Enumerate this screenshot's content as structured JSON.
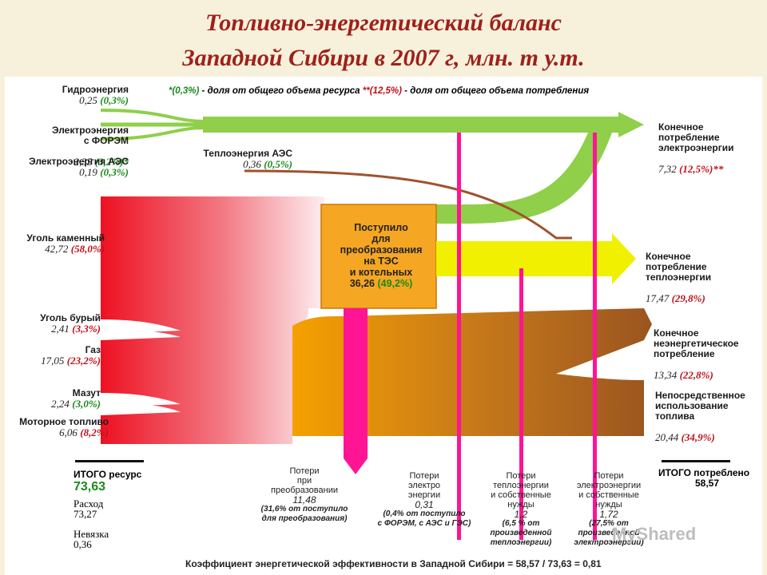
{
  "title": {
    "line1": "Топливно-энергетический баланс",
    "line2": "Западной Сибири в 2007 г, млн. т у.т."
  },
  "note": {
    "part1": "*(0,3%)",
    "part2": " - доля от общего объема ресурса   ",
    "part3": "**(12,5%)",
    "part4": " - доля от общего объема потребления"
  },
  "sources": [
    {
      "name": "Гидроэнергия",
      "value": "0,25",
      "pct": "(0,3%)"
    },
    {
      "name": "Электроэнергия\nс ФОРЭМ",
      "value": "2,35",
      "pct": "(3,2%)*"
    },
    {
      "name": "Электроэнергия АЭС",
      "value": "0,19",
      "pct": "(0,3%)"
    },
    {
      "name": "Уголь каменный",
      "value": "42,72",
      "pct": "(58,0%)"
    },
    {
      "name": "Уголь бурый",
      "value": "2,41",
      "pct": "(3,3%)"
    },
    {
      "name": "Газ",
      "value": "17,05",
      "pct": "(23,2%)"
    },
    {
      "name": "Мазут",
      "value": "2,24",
      "pct": "(3,0%)"
    },
    {
      "name": "Моторное топливо",
      "value": "6,06",
      "pct": "(8,2%)"
    }
  ],
  "heat_aes": {
    "name": "Теплоэнергия АЭС",
    "value": "0,36",
    "pct": "(0,5%)"
  },
  "transform_box": {
    "text": "Поступило\nдля\nпреобразования\nна ТЭС\nи котельных",
    "value": "36,26",
    "pct": "(49,2%)"
  },
  "outputs": [
    {
      "name": "Конечное\nпотребление\nэлектроэнергии",
      "value": "7,32",
      "pct": "(12,5%)**"
    },
    {
      "name": "Конечное\nпотребление\nтеплоэнергии",
      "value": "17,47",
      "pct": "(29,8%)"
    },
    {
      "name": "Конечное\nнеэнергетическое\nпотребление",
      "value": "13,34",
      "pct": "(22,8%)"
    },
    {
      "name": "Непосредственное\nиспользование\nтоплива",
      "value": "20,44",
      "pct": "(34,9%)"
    }
  ],
  "losses": [
    {
      "name": "Потери\nпри\nпреобразовании",
      "value": "11,48",
      "note": "(31,6% от поступило\nдля преобразования)"
    },
    {
      "name": "Потери\nэлектро\nэнергии",
      "value": "0,31",
      "note": "(0,4% от поступило\nс ФОРЭМ, с АЭС и ГЭС)"
    },
    {
      "name": "Потери\nтеплоэнергии\nи собственные\nнужды",
      "value": "1,2",
      "note": "(6,5 % от\nпроизведенной\nтеплоэнергии)"
    },
    {
      "name": "Потери\nэлектроэнергии\nи собственные\nнужды",
      "value": "1,72",
      "note": "(27,5% от\nпроизведенной\nэлектроэнергии)"
    }
  ],
  "totals": {
    "resource_label": "ИТОГО ресурс",
    "resource_value": "73,63",
    "consumed_label": "ИТОГО потреблено",
    "consumed_value": "58,57",
    "expense_label": "Расход",
    "expense_value": "73,27",
    "imbalance_label": "Невязка",
    "imbalance_value": "0,36"
  },
  "coefficient": "Коэффициент энергетической эффективности в Западной Сибири = 58,57 / 73,63 = 0,81",
  "watermark": "MyShared",
  "colors": {
    "electric": "#8fcf4a",
    "coal": "#ee1122",
    "box": "#f5a623",
    "heat": "#f0f000",
    "nonenergy": "#a0522d",
    "loss": "#ff1493",
    "pct_red": "#c0101a",
    "pct_green": "#1a8a1a"
  }
}
